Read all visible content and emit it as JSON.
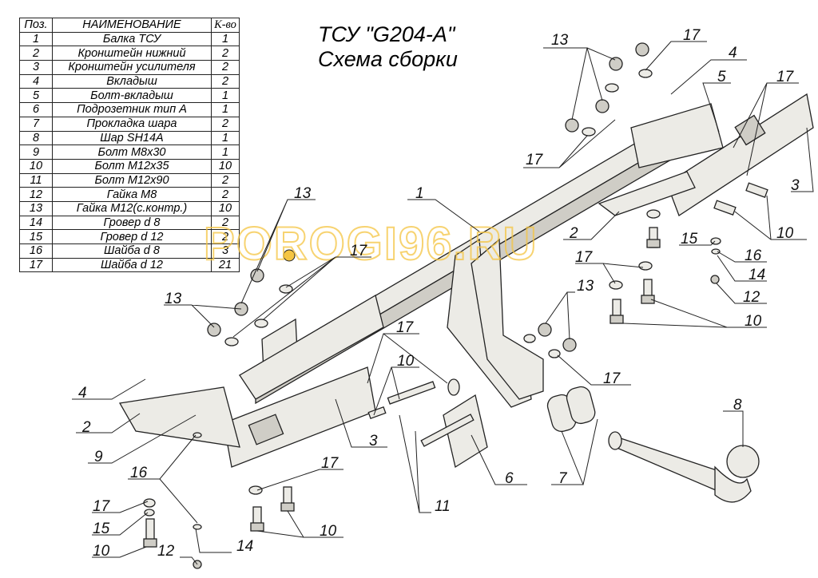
{
  "title": {
    "line1": "ТСУ \"G204-A\"",
    "line2": "Схема сборки"
  },
  "table": {
    "headers": [
      "Поз.",
      "НАИМЕНОВАНИЕ",
      "К-во"
    ],
    "rows": [
      [
        "1",
        "Балка ТСУ",
        "1"
      ],
      [
        "2",
        "Кронштейн нижний",
        "2"
      ],
      [
        "3",
        "Кронштейн усилителя",
        "2"
      ],
      [
        "4",
        "Вкладыш",
        "2"
      ],
      [
        "5",
        "Болт-вкладыш",
        "1"
      ],
      [
        "6",
        "Подрозетник тип А",
        "1"
      ],
      [
        "7",
        "Прокладка шара",
        "2"
      ],
      [
        "8",
        "Шар SH14A",
        "1"
      ],
      [
        "9",
        "Болт М8х30",
        "1"
      ],
      [
        "10",
        "Болт М12х35",
        "10"
      ],
      [
        "11",
        "Болт М12х90",
        "2"
      ],
      [
        "12",
        "Гайка  М8",
        "2"
      ],
      [
        "13",
        "Гайка М12(с.контр.)",
        "10"
      ],
      [
        "14",
        "Гровер d 8",
        "2"
      ],
      [
        "15",
        "Гровер d 12",
        "2"
      ],
      [
        "16",
        "Шайба d 8",
        "3"
      ],
      [
        "17",
        "Шайба d 12",
        "21"
      ]
    ]
  },
  "watermark": "POROGI96.RU",
  "callouts": [
    "13",
    "17",
    "4",
    "5",
    "17",
    "17",
    "1",
    "3",
    "2",
    "15",
    "10",
    "16",
    "14",
    "17",
    "13",
    "12",
    "10",
    "13",
    "17",
    "13",
    "17",
    "10",
    "17",
    "4",
    "8",
    "2",
    "3",
    "9",
    "16",
    "6",
    "7",
    "17",
    "11",
    "17",
    "15",
    "10",
    "14",
    "10",
    "12"
  ]
}
